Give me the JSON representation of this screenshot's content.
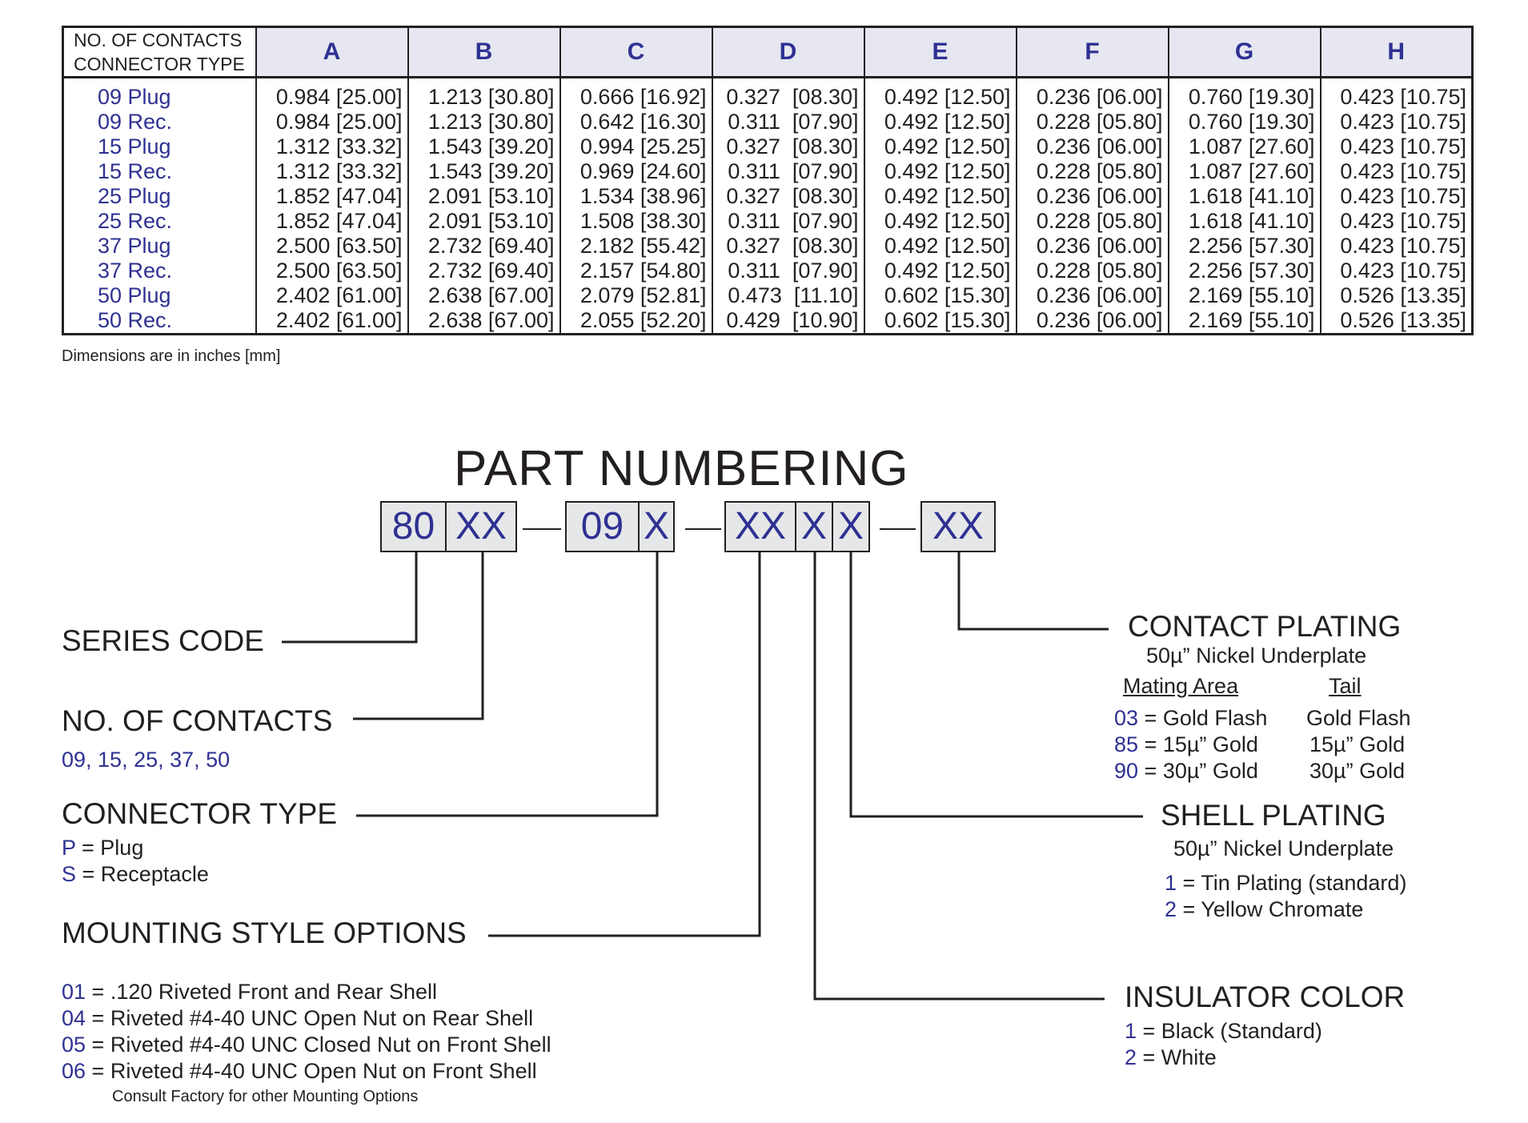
{
  "table": {
    "header_label_line1": "NO. OF CONTACTS",
    "header_label_line2": "CONNECTOR TYPE",
    "columns": [
      "A",
      "B",
      "C",
      "D",
      "E",
      "F",
      "G",
      "H"
    ],
    "rows": [
      {
        "type": "09 Plug",
        "values": [
          "0.984 [25.00]",
          "1.213 [30.80]",
          "0.666 [16.92]",
          "0.327  [08.30]",
          "0.492 [12.50]",
          "0.236 [06.00]",
          "0.760 [19.30]",
          "0.423 [10.75]"
        ]
      },
      {
        "type": "09 Rec.",
        "values": [
          "0.984 [25.00]",
          "1.213 [30.80]",
          "0.642 [16.30]",
          "0.311  [07.90]",
          "0.492 [12.50]",
          "0.228 [05.80]",
          "0.760 [19.30]",
          "0.423 [10.75]"
        ]
      },
      {
        "type": "15 Plug",
        "values": [
          "1.312 [33.32]",
          "1.543 [39.20]",
          "0.994 [25.25]",
          "0.327  [08.30]",
          "0.492 [12.50]",
          "0.236 [06.00]",
          "1.087 [27.60]",
          "0.423 [10.75]"
        ]
      },
      {
        "type": "15 Rec.",
        "values": [
          "1.312 [33.32]",
          "1.543 [39.20]",
          "0.969 [24.60]",
          "0.311  [07.90]",
          "0.492 [12.50]",
          "0.228 [05.80]",
          "1.087 [27.60]",
          "0.423 [10.75]"
        ]
      },
      {
        "type": "25 Plug",
        "values": [
          "1.852 [47.04]",
          "2.091 [53.10]",
          "1.534 [38.96]",
          "0.327  [08.30]",
          "0.492 [12.50]",
          "0.236 [06.00]",
          "1.618 [41.10]",
          "0.423 [10.75]"
        ]
      },
      {
        "type": "25 Rec.",
        "values": [
          "1.852 [47.04]",
          "2.091 [53.10]",
          "1.508 [38.30]",
          "0.311  [07.90]",
          "0.492 [12.50]",
          "0.228 [05.80]",
          "1.618 [41.10]",
          "0.423 [10.75]"
        ]
      },
      {
        "type": "37 Plug",
        "values": [
          "2.500 [63.50]",
          "2.732 [69.40]",
          "2.182 [55.42]",
          "0.327  [08.30]",
          "0.492 [12.50]",
          "0.236 [06.00]",
          "2.256 [57.30]",
          "0.423 [10.75]"
        ]
      },
      {
        "type": "37 Rec.",
        "values": [
          "2.500 [63.50]",
          "2.732 [69.40]",
          "2.157 [54.80]",
          "0.311  [07.90]",
          "0.492 [12.50]",
          "0.228 [05.80]",
          "2.256 [57.30]",
          "0.423 [10.75]"
        ]
      },
      {
        "type": "50 Plug",
        "values": [
          "2.402 [61.00]",
          "2.638 [67.00]",
          "2.079 [52.81]",
          "0.473  [11.10]",
          "0.602 [15.30]",
          "0.236 [06.00]",
          "2.169 [55.10]",
          "0.526 [13.35]"
        ]
      },
      {
        "type": "50 Rec.",
        "values": [
          "2.402 [61.00]",
          "2.638 [67.00]",
          "2.055 [52.20]",
          "0.429  [10.90]",
          "0.602 [15.30]",
          "0.236 [06.00]",
          "2.169 [55.10]",
          "0.526 [13.35]"
        ]
      }
    ],
    "note": "Dimensions are in inches  [mm]"
  },
  "part_numbering": {
    "title": "PART NUMBERING",
    "boxes": [
      "80",
      "XX",
      "09",
      "X",
      "XX",
      "X",
      "X",
      "XX"
    ],
    "series_code": {
      "label": "SERIES CODE"
    },
    "contacts": {
      "label": "NO. OF CONTACTS",
      "options": "09, 15, 25, 37, 50"
    },
    "connector_type": {
      "label": "CONNECTOR TYPE",
      "options": [
        {
          "code": "P",
          "text": " = Plug"
        },
        {
          "code": "S",
          "text": " = Receptacle"
        }
      ]
    },
    "mounting": {
      "label": "MOUNTING STYLE OPTIONS",
      "options": [
        {
          "code": "01",
          "text": " = .120 Riveted Front and Rear Shell"
        },
        {
          "code": "04",
          "text": " =  Riveted #4-40 UNC Open Nut on Rear Shell"
        },
        {
          "code": "05",
          "text": " =  Riveted #4-40 UNC Closed Nut on Front Shell"
        },
        {
          "code": "06",
          "text": " = Riveted #4-40 UNC Open Nut on Front Shell"
        }
      ],
      "footnote": "Consult Factory for other Mounting Options"
    },
    "contact_plating": {
      "label": "CONTACT PLATING",
      "subtitle": "50µ” Nickel Underplate",
      "col_mating": "Mating Area",
      "col_tail": "Tail",
      "options": [
        {
          "code": "03",
          "mating": " = Gold Flash",
          "tail": "Gold Flash"
        },
        {
          "code": "85",
          "mating": " = 15µ” Gold",
          "tail": "15µ” Gold"
        },
        {
          "code": "90",
          "mating": " = 30µ” Gold",
          "tail": "30µ” Gold"
        }
      ]
    },
    "shell_plating": {
      "label": "SHELL PLATING",
      "subtitle": "50µ” Nickel Underplate",
      "options": [
        {
          "code": "1",
          "text": " = Tin Plating (standard)"
        },
        {
          "code": "2",
          "text": " = Yellow Chromate"
        }
      ]
    },
    "insulator_color": {
      "label": "INSULATOR COLOR",
      "options": [
        {
          "code": "1",
          "text": " = Black (Standard)"
        },
        {
          "code": "2",
          "text": " = White"
        }
      ]
    }
  },
  "colors": {
    "accent": "#2e3192",
    "box_fill": "#e6e7e8",
    "ink": "#231f20"
  }
}
